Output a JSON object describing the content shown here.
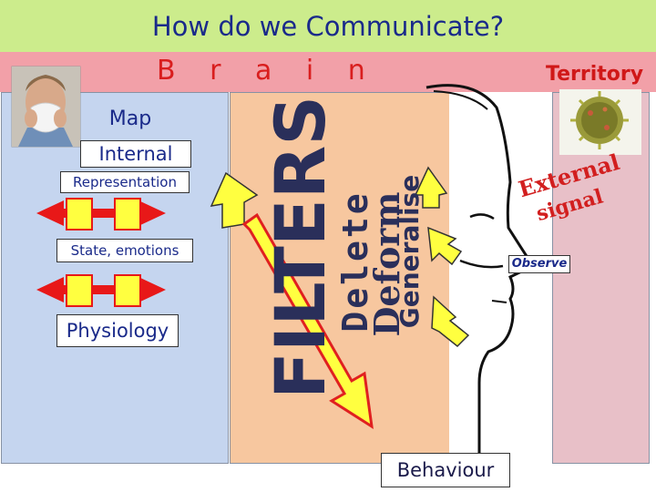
{
  "title": "How do we Communicate?",
  "brain_label": "B r a i n",
  "territory_label": "Territory",
  "left": {
    "map": "Map",
    "internal": "Internal",
    "representation": "Representation",
    "state": "State, emotions",
    "physiology": "Physiology"
  },
  "filters": {
    "main": "FILTERS",
    "delete": "Delete",
    "deform": "Deform",
    "generalise": "Generalise"
  },
  "right": {
    "external": "External",
    "signal": "signal",
    "observe": "Observe"
  },
  "behaviour": "Behaviour",
  "colors": {
    "title_bg": "#ccec8c",
    "brain_bg": "#f2a0a8",
    "left_panel": "#c5d5ef",
    "filter_panel": "#f7c79f",
    "right_panel": "#e8c0c8",
    "arrow_fill": "#ffff40",
    "arrow_stroke": "#e02020"
  },
  "icons": [
    "person-sneezing-image",
    "virus-image",
    "face-profile-outline",
    "double-arrow-icon"
  ]
}
